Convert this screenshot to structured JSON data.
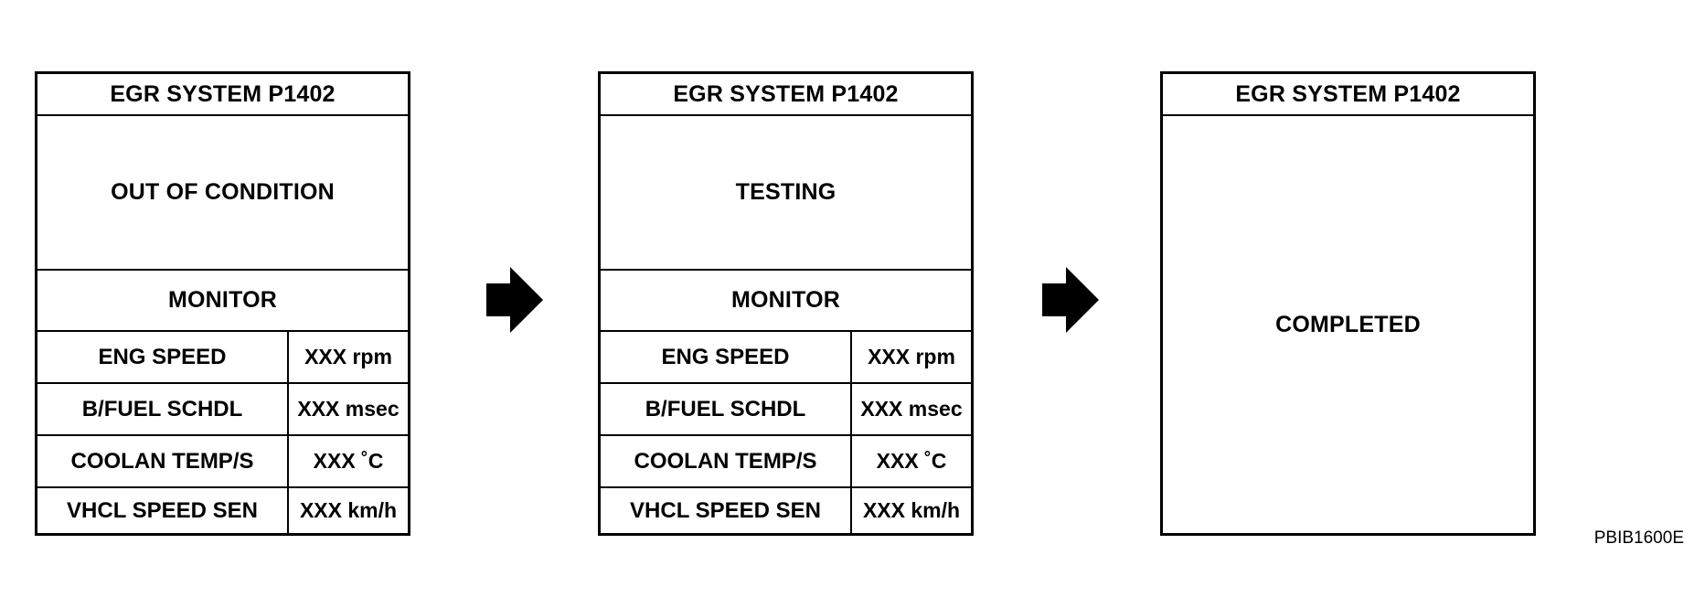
{
  "panels": [
    {
      "title": "EGR SYSTEM P1402",
      "status": "OUT OF CONDITION",
      "monitor_label": "MONITOR",
      "rows": [
        {
          "label": "ENG SPEED",
          "value": "XXX rpm"
        },
        {
          "label": "B/FUEL SCHDL",
          "value": "XXX msec"
        },
        {
          "label": "COOLAN TEMP/S",
          "value": "XXX ˚C"
        },
        {
          "label": "VHCL SPEED SEN",
          "value": "XXX km/h"
        }
      ]
    },
    {
      "title": "EGR SYSTEM P1402",
      "status": "TESTING",
      "monitor_label": "MONITOR",
      "rows": [
        {
          "label": "ENG SPEED",
          "value": "XXX rpm"
        },
        {
          "label": "B/FUEL SCHDL",
          "value": "XXX msec"
        },
        {
          "label": "COOLAN TEMP/S",
          "value": "XXX ˚C"
        },
        {
          "label": "VHCL SPEED SEN",
          "value": "XXX km/h"
        }
      ]
    },
    {
      "title": "EGR SYSTEM P1402",
      "status": "COMPLETED"
    }
  ],
  "arrows": [
    {
      "icon": "right-arrow-icon",
      "color": "#000000"
    },
    {
      "icon": "right-arrow-icon",
      "color": "#000000"
    }
  ],
  "figure_code": "PBIB1600E"
}
